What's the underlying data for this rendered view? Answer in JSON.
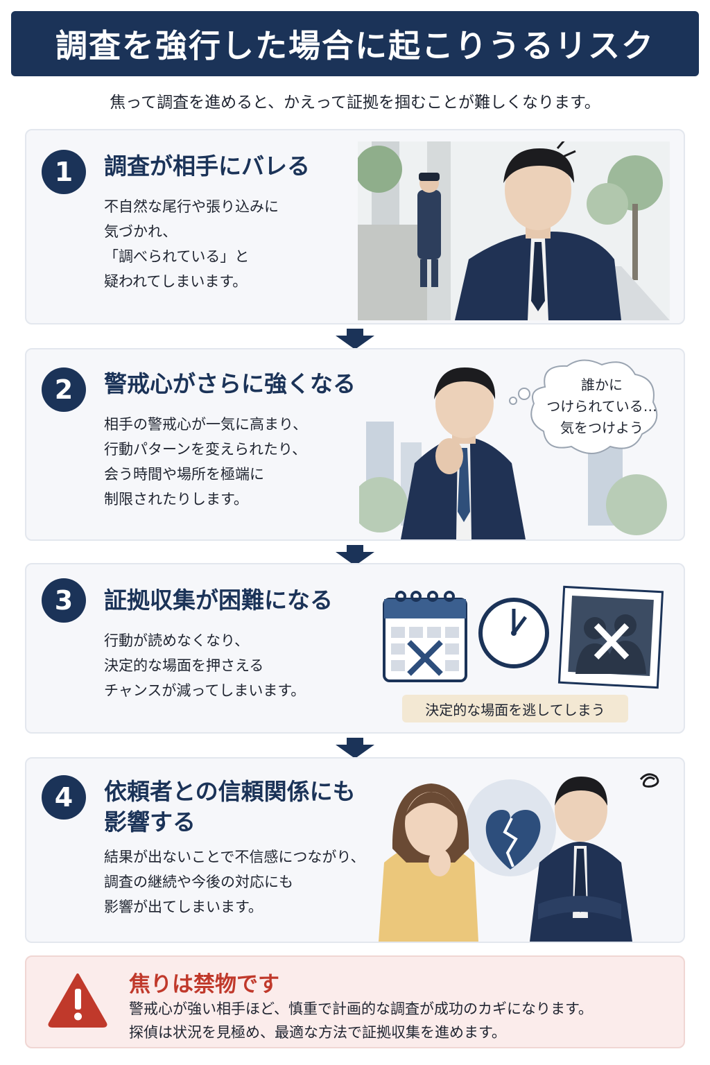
{
  "header": {
    "title": "調査を強行した場合に起こりうるリスク",
    "subtitle": "焦って調査を進めると、かえって証拠を掴むことが難しくなります。"
  },
  "steps": [
    {
      "number": "1",
      "title": "調査が相手にバレる",
      "lines": [
        "不自然な尾行や張り込みに",
        "気づかれ、",
        "「調べられている」と",
        "疑われてしまいます。"
      ]
    },
    {
      "number": "2",
      "title": "警戒心がさらに強くなる",
      "lines": [
        "相手の警戒心が一気に高まり、",
        "行動パターンを変えられたり、",
        "会う時間や場所を極端に",
        "制限されたりします。"
      ],
      "bubble": [
        "誰かに",
        "つけられている…",
        "気をつけよう"
      ]
    },
    {
      "number": "3",
      "title": "証拠収集が困難になる",
      "lines": [
        "行動が読めなくなり、",
        "決定的な場面を押さえる",
        "チャンスが減ってしまいます。"
      ],
      "tag": "決定的な場面を逃してしまう"
    },
    {
      "number": "4",
      "title_lines": [
        "依頼者との信頼関係にも",
        "影響する"
      ],
      "lines": [
        "結果が出ないことで不信感につながり、",
        "調査の継続や今後の対応にも",
        "影響が出てしまいます。"
      ]
    }
  ],
  "warning": {
    "title": "焦りは禁物です",
    "lines": [
      "警戒心が強い相手ほど、慎重で計画的な調査が成功のカギになります。",
      "探偵は状況を見極め、最適な方法で証拠収集を進めます。"
    ]
  },
  "colors": {
    "navy": "#1b3358",
    "card_bg": "#f6f7fa",
    "warning_bg": "#fbeceb",
    "warning_red": "#c0392b",
    "tag_bg": "#f3e8d3"
  },
  "icons": [
    "arrow-down-icon",
    "calendar-x-icon",
    "clock-icon",
    "photo-x-icon",
    "broken-heart-icon",
    "warning-triangle-icon"
  ]
}
